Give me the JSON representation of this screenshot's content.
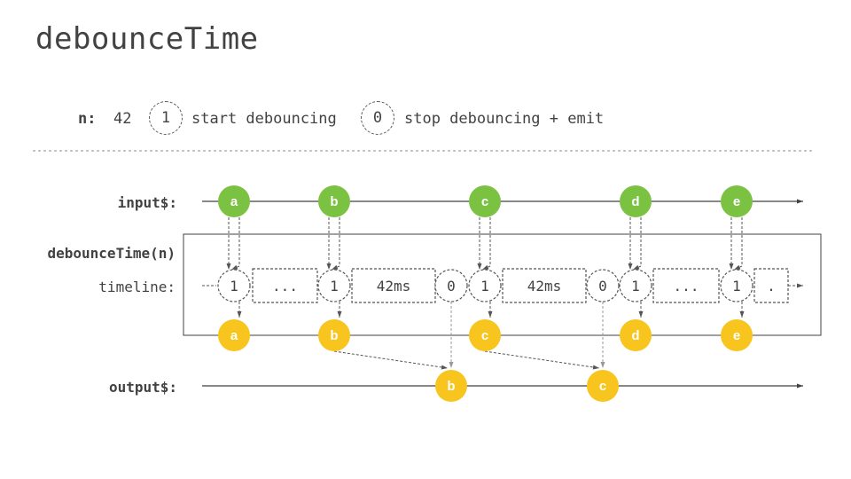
{
  "title": "debounceTime",
  "legend": {
    "n_label": "n:",
    "n_value": "42",
    "start_symbol": "1",
    "start_text": "start debouncing",
    "stop_symbol": "0",
    "stop_text": "stop debouncing + emit"
  },
  "rows": {
    "input_label": "input$:",
    "operator_label": "debounceTime(n)",
    "timeline_label": "timeline:",
    "output_label": "output$:"
  },
  "colors": {
    "input_marble": "#7cc242",
    "output_marble": "#f7c51e",
    "line": "#424242",
    "dash": "#555555"
  },
  "input_marbles": [
    "a",
    "b",
    "c",
    "d",
    "e"
  ],
  "operator_marbles": [
    "a",
    "b",
    "c",
    "d",
    "e"
  ],
  "output_marbles": [
    "b",
    "c"
  ],
  "timeline": [
    {
      "type": "circle",
      "text": "1"
    },
    {
      "type": "box",
      "text": "..."
    },
    {
      "type": "circle",
      "text": "1"
    },
    {
      "type": "box",
      "text": "42ms"
    },
    {
      "type": "circle",
      "text": "0"
    },
    {
      "type": "circle",
      "text": "1"
    },
    {
      "type": "box",
      "text": "42ms"
    },
    {
      "type": "circle",
      "text": "0"
    },
    {
      "type": "circle",
      "text": "1"
    },
    {
      "type": "box",
      "text": "..."
    },
    {
      "type": "circle",
      "text": "1"
    },
    {
      "type": "box",
      "text": "."
    }
  ]
}
